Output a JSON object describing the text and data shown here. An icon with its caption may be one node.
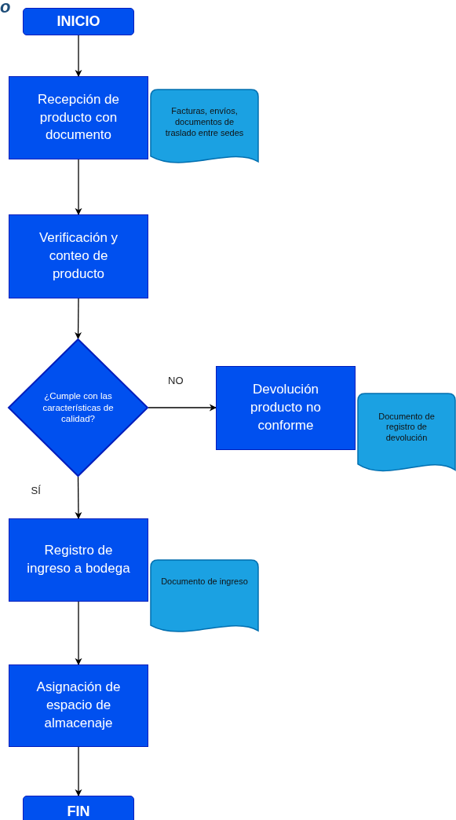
{
  "diagram": {
    "title": "o",
    "nodes": [
      {
        "text": [
          "INICIO"
        ]
      },
      {
        "text": [
          "Recepción de producto con documento"
        ]
      },
      {
        "text": [
          "Facturas, envíos, documentos de traslado entre sedes"
        ]
      },
      {
        "text": [
          "Verificación y conteo de producto"
        ]
      },
      {
        "text": [
          "¿Cumple con las características de calidad?"
        ]
      },
      {
        "text": [
          "Devolución producto no conforme"
        ]
      },
      {
        "text": [
          "Documento de registro de devolución"
        ]
      },
      {
        "text": [
          "Registro de ingreso a bodega"
        ]
      },
      {
        "text": [
          "Documento de ingreso"
        ]
      },
      {
        "text": [
          "Asignación de espacio de almacenaje"
        ]
      },
      {
        "text": [
          "FIN"
        ]
      }
    ],
    "edges": [
      {
        "from": 0,
        "to": 1,
        "arrow": "to"
      },
      {
        "from": 1,
        "to": 3,
        "arrow": "to"
      },
      {
        "from": 3,
        "to": 4,
        "arrow": "to"
      },
      {
        "from": 4,
        "to": 5,
        "arrow": "to",
        "label": "NO"
      },
      {
        "from": 4,
        "to": 7,
        "arrow": "to",
        "label": "SÍ"
      },
      {
        "from": 7,
        "to": 9,
        "arrow": "to"
      },
      {
        "from": 9,
        "to": 10,
        "arrow": "to"
      }
    ]
  }
}
